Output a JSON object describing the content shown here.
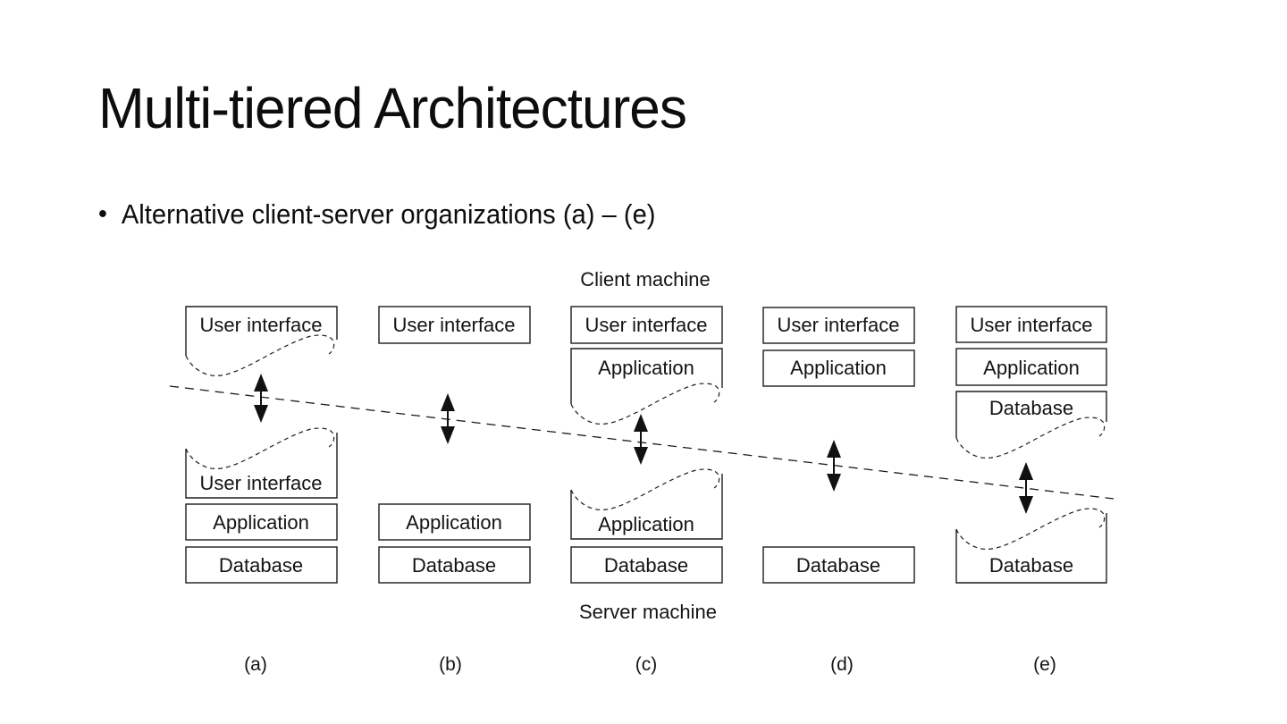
{
  "slide": {
    "title": "Multi-tiered Architectures",
    "bullet_glyph": "•",
    "bullet_text": "Alternative client-server organizations (a) – (e)"
  },
  "diagram": {
    "client_machine_label": "Client machine",
    "server_machine_label": "Server machine",
    "boundary": "dashed diagonal line separating client machine (top) from server machine (bottom)",
    "colors": {
      "ink": "#1c1c1c",
      "background": "#ffffff"
    },
    "columns": [
      {
        "caption": "(a)",
        "client": [
          {
            "label": "User interface",
            "partial": true
          }
        ],
        "server": [
          {
            "label": "User interface",
            "partial": true
          },
          {
            "label": "Application"
          },
          {
            "label": "Database"
          }
        ]
      },
      {
        "caption": "(b)",
        "client": [
          {
            "label": "User interface"
          }
        ],
        "server": [
          {
            "label": "Application"
          },
          {
            "label": "Database"
          }
        ]
      },
      {
        "caption": "(c)",
        "client": [
          {
            "label": "User interface"
          },
          {
            "label": "Application",
            "partial": true
          }
        ],
        "server": [
          {
            "label": "Application",
            "partial": true
          },
          {
            "label": "Database"
          }
        ]
      },
      {
        "caption": "(d)",
        "client": [
          {
            "label": "User interface"
          },
          {
            "label": "Application"
          }
        ],
        "server": [
          {
            "label": "Database"
          }
        ]
      },
      {
        "caption": "(e)",
        "client": [
          {
            "label": "User interface"
          },
          {
            "label": "Application"
          },
          {
            "label": "Database",
            "partial": true
          }
        ],
        "server": [
          {
            "label": "Database",
            "partial": true
          }
        ]
      }
    ]
  }
}
